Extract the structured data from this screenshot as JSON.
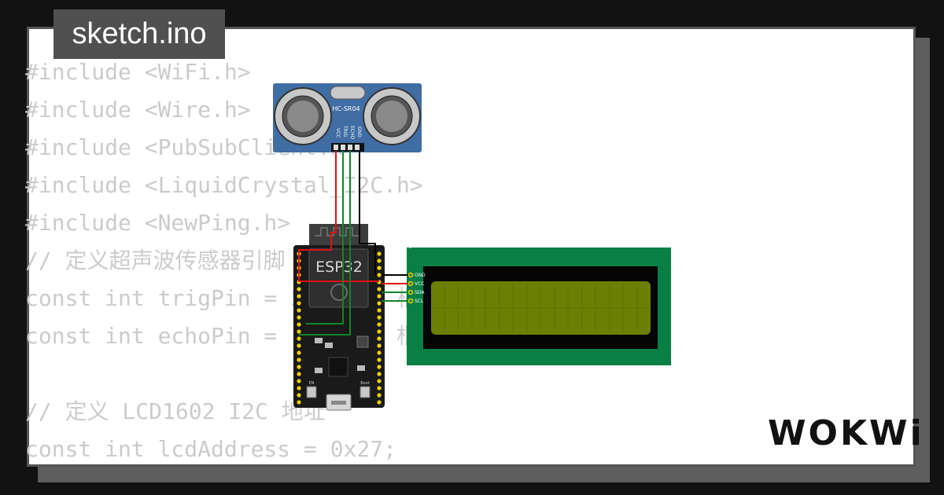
{
  "title": "sketch.ino",
  "brand": "WOKWi",
  "code_lines": [
    "#include <WiFi.h>",
    "#include <Wire.h>",
    "#include <PubSubClient.h>",
    "#include <LiquidCrystal_I2C.h>",
    "#include <NewPing.h>",
    "// 定义超声波传感器引脚",
    "const int trigPin = 5;   // 根据实际连接修改",
    "const int echoPin = 18;  // 根据实际连接修改",
    "",
    "// 定义 LCD1602 I2C 地址",
    "const int lcdAddress = 0x27;"
  ],
  "sensor": {
    "model": "HC-SR04",
    "pins": [
      "VCC",
      "TRIG",
      "ECHO",
      "GND"
    ]
  },
  "board": {
    "label": "ESP32",
    "buttons": [
      "EN",
      "Boot"
    ]
  },
  "lcd": {
    "pin_one": "1",
    "pins": [
      "GND",
      "VCC",
      "SDA",
      "SCL"
    ]
  },
  "colors": {
    "background": "#121212",
    "card": "#ffffff",
    "code_text": "#cbcbcb",
    "title_bg": "#505050",
    "sensor_pcb": "#406da4",
    "lcd_pcb": "#087f45",
    "lcd_screen": "#6b7f00",
    "wire_red": "#e01010",
    "wire_green": "#11852b",
    "wire_black": "#000000"
  }
}
